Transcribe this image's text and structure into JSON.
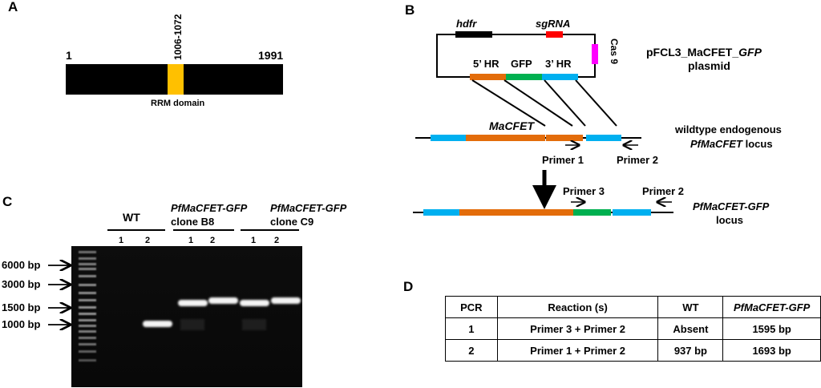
{
  "panels": {
    "a": "A",
    "b": "B",
    "c": "C",
    "d": "D"
  },
  "panel_a": {
    "start": "1",
    "end": "1991",
    "domain_range": "1006-1072",
    "domain_label": "RRM domain",
    "colors": {
      "protein": "#000000",
      "domain": "#FFC000"
    }
  },
  "panel_b": {
    "hdfr": "hdfr",
    "sgrna": "sgRNA",
    "cas9": "Cas 9",
    "hr5": "5’ HR",
    "gfp": "GFP",
    "hr3": "3’ HR",
    "plasmid_name_prefix": "pFCL3_MaCFET_",
    "plasmid_name_gfp": "GFP",
    "plasmid_word": "plasmid",
    "gene": "MaCFET",
    "wt_line1": "wildtype endogenous",
    "wt_line2_italic": "PfMaCFET",
    "wt_line2_rest": " locus",
    "primer1": "Primer 1",
    "primer2": "Primer 2",
    "primer3": "Primer 3",
    "primer2b": "Primer 2",
    "mut_line1": "PfMaCFET-GFP",
    "mut_line2": "locus",
    "colors": {
      "hr5": "#E36C0A",
      "gfp": "#00B050",
      "hr3": "#00B0F0",
      "sgrna": "#FF0000",
      "cas9": "#FF00FF",
      "hdfr": "#000000"
    }
  },
  "panel_c": {
    "wt": "WT",
    "clone_b8_name": "PfMaCFET-GFP",
    "clone_b8": "clone B8",
    "clone_c9_name": "PfMaCFET-GFP",
    "clone_c9": "clone C9",
    "lanes": [
      "1",
      "2",
      "1",
      "2",
      "1",
      "2"
    ],
    "ladder": [
      "6000 bp",
      "3000 bp",
      "1500 bp",
      "1000 bp"
    ]
  },
  "panel_d": {
    "headers": [
      "PCR",
      "Reaction (s)",
      "WT",
      "PfMaCFET-GFP"
    ],
    "rows": [
      [
        "1",
        "Primer 3 + Primer 2",
        "Absent",
        "1595 bp"
      ],
      [
        "2",
        "Primer 1 + Primer 2",
        "937 bp",
        "1693 bp"
      ]
    ]
  }
}
